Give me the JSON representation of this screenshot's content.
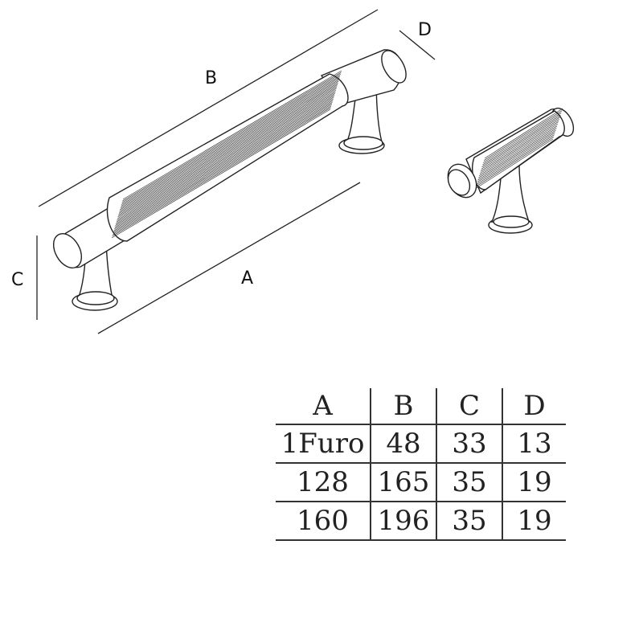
{
  "dimension_labels": {
    "a": "A",
    "b": "B",
    "c": "C",
    "d": "D"
  },
  "table": {
    "headers": [
      "A",
      "B",
      "C",
      "D"
    ],
    "rows": [
      [
        "1Furo",
        "48",
        "33",
        "13"
      ],
      [
        "128",
        "165",
        "35",
        "19"
      ],
      [
        "160",
        "196",
        "35",
        "19"
      ]
    ]
  },
  "colors": {
    "line": "#222222",
    "background": "#ffffff"
  }
}
